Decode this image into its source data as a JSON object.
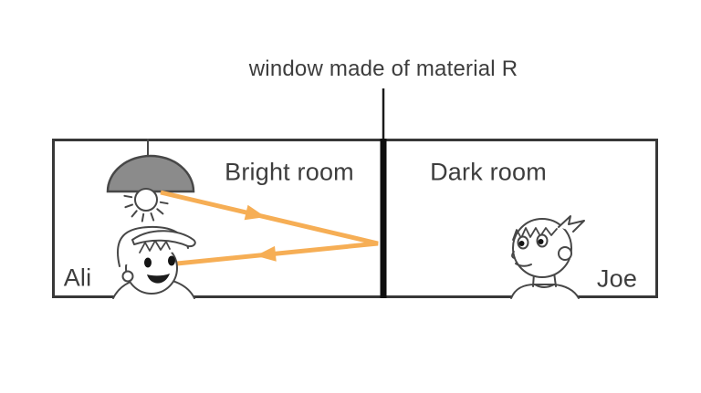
{
  "diagram": {
    "title": "window made of material R",
    "rooms": {
      "left": {
        "label": "Bright room",
        "person": "Ali"
      },
      "right": {
        "label": "Dark room",
        "person": "Joe"
      }
    },
    "icons": [
      "ceiling-lamp-icon",
      "light-bulb-icon",
      "light-ray-incident-arrow",
      "light-ray-reflected-arrow",
      "ali-boy-figure",
      "joe-boy-figure",
      "window-divider-bar"
    ],
    "colors": {
      "ray": "#F6AE55",
      "lamp_shade": "#8B8B8B",
      "window_bar": "#0E0E0E",
      "line_art": "#3A3A3A",
      "text": "#3D3D3D"
    }
  }
}
